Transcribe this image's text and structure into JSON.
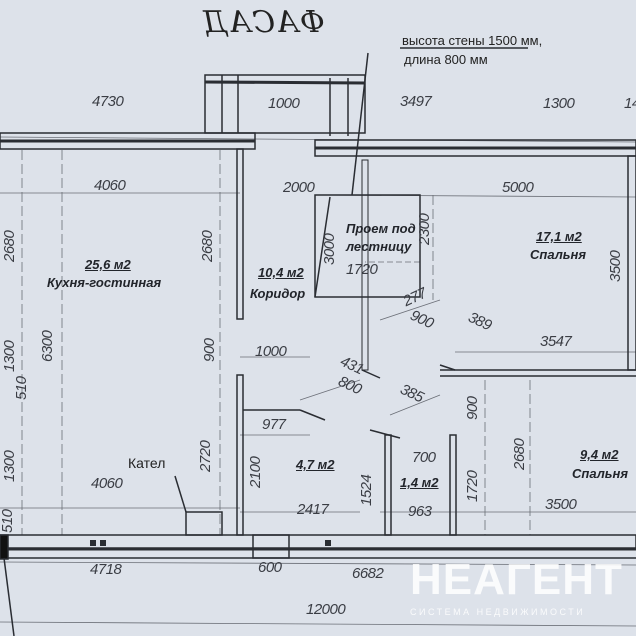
{
  "title": "ФАСАД",
  "note": {
    "line1": "высота стены 1500 мм,",
    "line2": "длина 800 мм"
  },
  "rooms": {
    "kitchen": {
      "area": "25,6 м2",
      "name": "Кухня-гостинная"
    },
    "corridor": {
      "area": "10,4 м2",
      "name": "Коридор"
    },
    "stair_opening": {
      "line1": "Проем под",
      "line2": "лестницу"
    },
    "bedroom1": {
      "area": "17,1 м2",
      "name": "Спальня"
    },
    "bathroom": {
      "area": "4,7 м2"
    },
    "wc": {
      "area": "1,4 м2"
    },
    "bedroom2": {
      "area": "9,4 м2",
      "name": "Спальня"
    },
    "boiler": "Кател"
  },
  "dims": {
    "top_4730": "4730",
    "top_1000": "1000",
    "top_3497": "3497",
    "top_1300": "1300",
    "top_14": "14",
    "k_4060_top": "4060",
    "c_2000": "2000",
    "b_5000": "5000",
    "k_2680": "2680",
    "c_2680": "2680",
    "s_3000": "3000",
    "s_2300": "2300",
    "s_1720": "1720",
    "b_3500_v": "3500",
    "d_277": "277",
    "d_900": "900",
    "d_389": "389",
    "b_3547": "3547",
    "k_1300_a": "1300",
    "k_6300": "6300",
    "k_510_a": "510",
    "c_900": "900",
    "c_1000": "1000",
    "d_431": "431",
    "d_800": "800",
    "d_385": "385",
    "b2_900": "900",
    "bt_977": "977",
    "k_2720": "2720",
    "bt_2100": "2100",
    "wc_1524": "1524",
    "wc_700": "700",
    "wc_1720": "1720",
    "b2_2680": "2680",
    "k_4060_bot": "4060",
    "bt_2417": "2417",
    "wc_963": "963",
    "b2_3500": "3500",
    "k_1300_b": "1300",
    "k_510_b": "510",
    "bot_4718": "4718",
    "bot_600": "600",
    "bot_6682": "6682",
    "bot_12000": "12000"
  },
  "watermark": {
    "brand": "НЕАГЕНТ",
    "tagline": "СИСТЕМА НЕДВИЖИМОСТИ"
  }
}
